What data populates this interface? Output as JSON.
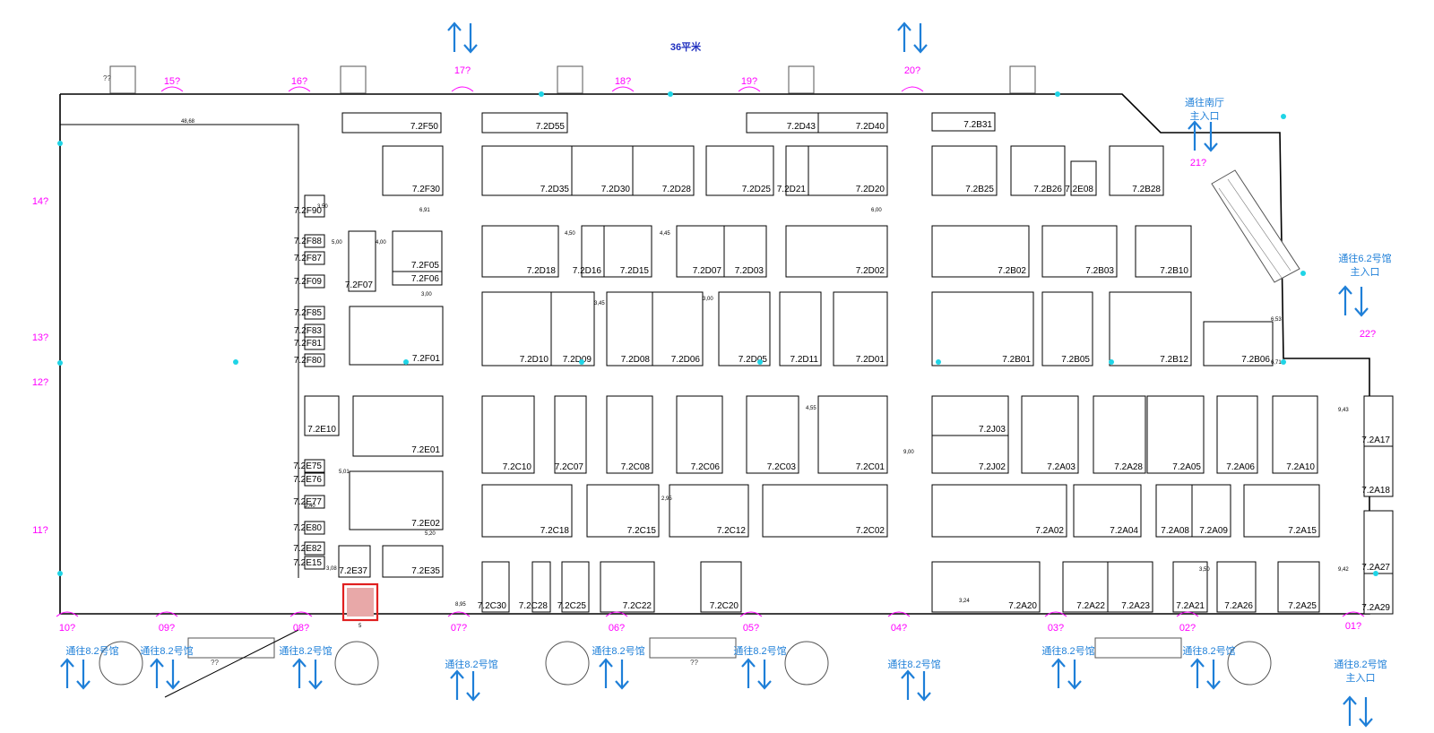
{
  "top_note": "36平米",
  "measure_top": "48,68",
  "red_box_label": "5",
  "doors": [
    "01?",
    "02?",
    "03?",
    "04?",
    "05?",
    "06?",
    "07?",
    "08?",
    "09?",
    "10?",
    "11?",
    "12?",
    "13?",
    "14?",
    "15?",
    "16?",
    "17?",
    "18?",
    "19?",
    "20?",
    "21?",
    "22?"
  ],
  "nav": {
    "to_82": "通往8.2号馆",
    "to_82_main_1": "通往8.2号馆",
    "to_82_main_2": "主入口",
    "to_south_1": "通往南厅",
    "to_south_2": "主入口",
    "to_62_1": "通往6.2号馆",
    "to_62_2": "主入口"
  },
  "booths": {
    "F": [
      "7.2F50",
      "7.2F30",
      "7.2F05",
      "7.2F06",
      "7.2F07",
      "7.2F01",
      "7.2F90",
      "7.2F88",
      "7.2F87",
      "7.2F09",
      "7.2F85",
      "7.2F83",
      "7.2F81",
      "7.2F80"
    ],
    "E": [
      "7.2E10",
      "7.2E01",
      "7.2E02",
      "7.2E37",
      "7.2E35",
      "7.2E75",
      "7.2E76",
      "7.2E77",
      "7.2E80",
      "7.2E82",
      "7.2E15"
    ],
    "D": [
      "7.2D55",
      "7.2D35",
      "7.2D30",
      "7.2D28",
      "7.2D25",
      "7.2D21",
      "7.2D20",
      "7.2D43",
      "7.2D40",
      "7.2D18",
      "7.2D16",
      "7.2D15",
      "7.2D07",
      "7.2D03",
      "7.2D02",
      "7.2D10",
      "7.2D09",
      "7.2D08",
      "7.2D06",
      "7.2D05",
      "7.2D11",
      "7.2D01"
    ],
    "C": [
      "7.2C10",
      "7.2C07",
      "7.2C08",
      "7.2C06",
      "7.2C03",
      "7.2C01",
      "7.2C18",
      "7.2C15",
      "7.2C12",
      "7.2C02",
      "7.2C30",
      "7.2C28",
      "7.2C25",
      "7.2C22",
      "7.2C20"
    ],
    "B": [
      "7.2B31",
      "7.2B25",
      "7.2B26",
      "7.2E08",
      "7.2B28",
      "7.2B02",
      "7.2B03",
      "7.2B10",
      "7.2B01",
      "7.2B05",
      "7.2B12",
      "7.2B06"
    ],
    "J": [
      "7.2J03",
      "7.2J02"
    ],
    "A": [
      "7.2A03",
      "7.2A28",
      "7.2A05",
      "7.2A06",
      "7.2A10",
      "7.2A02",
      "7.2A04",
      "7.2A08",
      "7.2A09",
      "7.2A15",
      "7.2A20",
      "7.2A22",
      "7.2A23",
      "7.2A21",
      "7.2A26",
      "7.2A25",
      "7.2A17",
      "7.2A18",
      "7.2A27",
      "7.2A29"
    ]
  },
  "dims": [
    "3,50",
    "5,00",
    "4,00",
    "4,50",
    "6,91",
    "3,00",
    "3,45",
    "4,45",
    "3,00",
    "6,00",
    "9,00",
    "4,55",
    "5,01",
    "3,40",
    "2,95",
    "5,20",
    "3,24",
    "6,53",
    "6,71",
    "9,43",
    "9,42",
    "8,95",
    "3,08",
    "3,50"
  ],
  "qq": "??",
  "colors": {
    "door": "#ff00ff",
    "nav": "#1e7fd8",
    "title": "#1f2fbf",
    "marker": "#1fd4e6",
    "highlight": "#e02020"
  }
}
